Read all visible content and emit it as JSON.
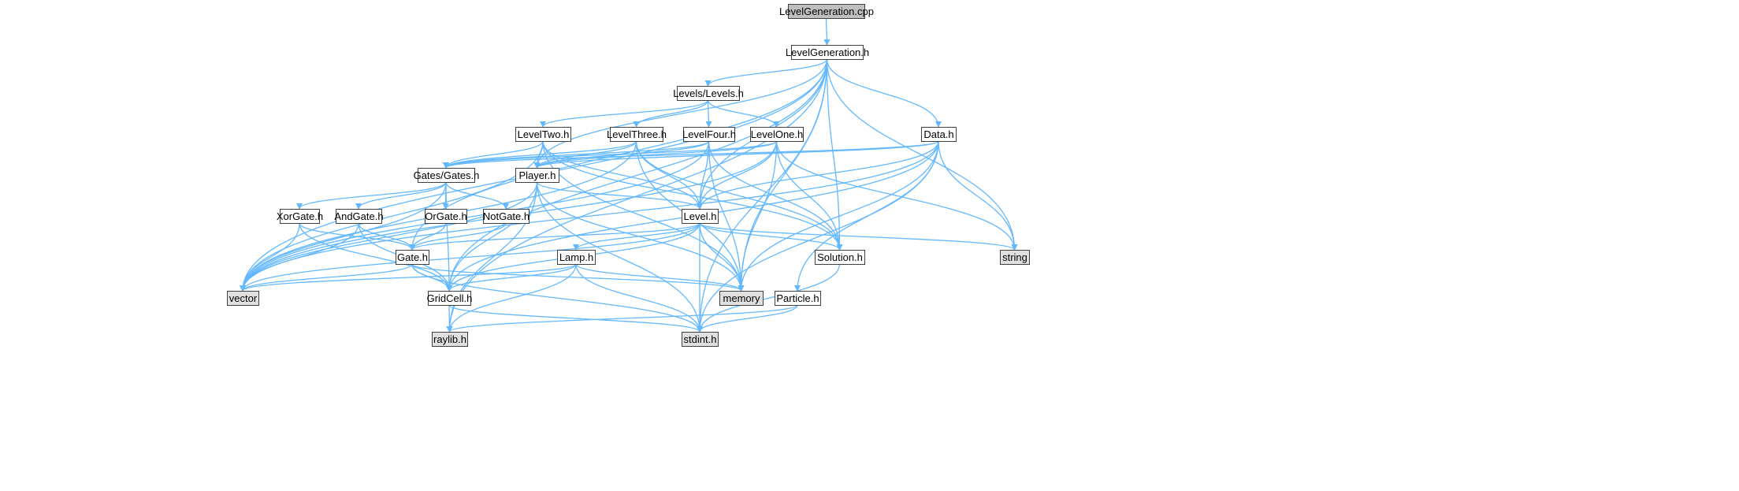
{
  "colors": {
    "edge": "#63b8ff",
    "node_fill": "#ffffff",
    "root_fill": "#bfbfbf",
    "system_fill": "#e0e0e0",
    "border": "#404040"
  },
  "nodes": [
    {
      "id": "levelgeneration_cpp",
      "label": "LevelGeneration.cpp",
      "kind": "root"
    },
    {
      "id": "levelgeneration_h",
      "label": "LevelGeneration.h",
      "kind": "file"
    },
    {
      "id": "levels_h",
      "label": "Levels/Levels.h",
      "kind": "file"
    },
    {
      "id": "leveltwo_h",
      "label": "LevelTwo.h",
      "kind": "file"
    },
    {
      "id": "levelthree_h",
      "label": "LevelThree.h",
      "kind": "file"
    },
    {
      "id": "levelfour_h",
      "label": "LevelFour.h",
      "kind": "file"
    },
    {
      "id": "levelone_h",
      "label": "LevelOne.h",
      "kind": "file"
    },
    {
      "id": "data_h",
      "label": "Data.h",
      "kind": "file"
    },
    {
      "id": "gates_h",
      "label": "Gates/Gates.h",
      "kind": "file"
    },
    {
      "id": "player_h",
      "label": "Player.h",
      "kind": "file"
    },
    {
      "id": "xorgate_h",
      "label": "XorGate.h",
      "kind": "file"
    },
    {
      "id": "andgate_h",
      "label": "AndGate.h",
      "kind": "file"
    },
    {
      "id": "orgate_h",
      "label": "OrGate.h",
      "kind": "file"
    },
    {
      "id": "notgate_h",
      "label": "NotGate.h",
      "kind": "file"
    },
    {
      "id": "level_h",
      "label": "Level.h",
      "kind": "file"
    },
    {
      "id": "gate_h",
      "label": "Gate.h",
      "kind": "file"
    },
    {
      "id": "lamp_h",
      "label": "Lamp.h",
      "kind": "file"
    },
    {
      "id": "solution_h",
      "label": "Solution.h",
      "kind": "file"
    },
    {
      "id": "string",
      "label": "string",
      "kind": "system"
    },
    {
      "id": "vector",
      "label": "vector",
      "kind": "system"
    },
    {
      "id": "memory",
      "label": "memory",
      "kind": "system"
    },
    {
      "id": "gridcell_h",
      "label": "GridCell.h",
      "kind": "file"
    },
    {
      "id": "particle_h",
      "label": "Particle.h",
      "kind": "file"
    },
    {
      "id": "raylib_h",
      "label": "raylib.h",
      "kind": "system"
    },
    {
      "id": "stdint_h",
      "label": "stdint.h",
      "kind": "system"
    }
  ],
  "edges": [
    [
      "levelgeneration_cpp",
      "levelgeneration_h"
    ],
    [
      "levelgeneration_h",
      "levels_h"
    ],
    [
      "levelgeneration_h",
      "data_h"
    ],
    [
      "levelgeneration_h",
      "player_h"
    ],
    [
      "levelgeneration_h",
      "gate_h"
    ],
    [
      "levelgeneration_h",
      "level_h"
    ],
    [
      "levelgeneration_h",
      "solution_h"
    ],
    [
      "levelgeneration_h",
      "string"
    ],
    [
      "levelgeneration_h",
      "memory"
    ],
    [
      "levelgeneration_h",
      "vector"
    ],
    [
      "levelgeneration_h",
      "gridcell_h"
    ],
    [
      "levelgeneration_h",
      "raylib_h"
    ],
    [
      "levelgeneration_h",
      "stdint_h"
    ],
    [
      "levels_h",
      "leveltwo_h"
    ],
    [
      "levels_h",
      "levelthree_h"
    ],
    [
      "levels_h",
      "levelfour_h"
    ],
    [
      "levels_h",
      "levelone_h"
    ],
    [
      "leveltwo_h",
      "gates_h"
    ],
    [
      "leveltwo_h",
      "player_h"
    ],
    [
      "leveltwo_h",
      "level_h"
    ],
    [
      "leveltwo_h",
      "solution_h"
    ],
    [
      "leveltwo_h",
      "vector"
    ],
    [
      "leveltwo_h",
      "memory"
    ],
    [
      "levelthree_h",
      "gates_h"
    ],
    [
      "levelthree_h",
      "player_h"
    ],
    [
      "levelthree_h",
      "level_h"
    ],
    [
      "levelthree_h",
      "solution_h"
    ],
    [
      "levelthree_h",
      "memory"
    ],
    [
      "levelthree_h",
      "vector"
    ],
    [
      "levelfour_h",
      "gates_h"
    ],
    [
      "levelfour_h",
      "player_h"
    ],
    [
      "levelfour_h",
      "level_h"
    ],
    [
      "levelfour_h",
      "solution_h"
    ],
    [
      "levelfour_h",
      "memory"
    ],
    [
      "levelfour_h",
      "vector"
    ],
    [
      "levelone_h",
      "gates_h"
    ],
    [
      "levelone_h",
      "player_h"
    ],
    [
      "levelone_h",
      "level_h"
    ],
    [
      "levelone_h",
      "solution_h"
    ],
    [
      "levelone_h",
      "string"
    ],
    [
      "levelone_h",
      "memory"
    ],
    [
      "levelone_h",
      "vector"
    ],
    [
      "data_h",
      "gates_h"
    ],
    [
      "data_h",
      "player_h"
    ],
    [
      "data_h",
      "level_h"
    ],
    [
      "data_h",
      "string"
    ],
    [
      "data_h",
      "memory"
    ],
    [
      "data_h",
      "particle_h"
    ],
    [
      "data_h",
      "stdint_h"
    ],
    [
      "data_h",
      "vector"
    ],
    [
      "data_h",
      "gridcell_h"
    ],
    [
      "gates_h",
      "xorgate_h"
    ],
    [
      "gates_h",
      "andgate_h"
    ],
    [
      "gates_h",
      "orgate_h"
    ],
    [
      "gates_h",
      "notgate_h"
    ],
    [
      "gates_h",
      "vector"
    ],
    [
      "gates_h",
      "gridcell_h"
    ],
    [
      "player_h",
      "level_h"
    ],
    [
      "player_h",
      "gridcell_h"
    ],
    [
      "player_h",
      "memory"
    ],
    [
      "player_h",
      "stdint_h"
    ],
    [
      "player_h",
      "vector"
    ],
    [
      "player_h",
      "raylib_h"
    ],
    [
      "xorgate_h",
      "gate_h"
    ],
    [
      "xorgate_h",
      "gridcell_h"
    ],
    [
      "xorgate_h",
      "vector"
    ],
    [
      "andgate_h",
      "gate_h"
    ],
    [
      "andgate_h",
      "gridcell_h"
    ],
    [
      "andgate_h",
      "vector"
    ],
    [
      "orgate_h",
      "gate_h"
    ],
    [
      "notgate_h",
      "gate_h"
    ],
    [
      "level_h",
      "gate_h"
    ],
    [
      "level_h",
      "lamp_h"
    ],
    [
      "level_h",
      "gridcell_h"
    ],
    [
      "level_h",
      "solution_h"
    ],
    [
      "level_h",
      "string"
    ],
    [
      "level_h",
      "memory"
    ],
    [
      "level_h",
      "stdint_h"
    ],
    [
      "level_h",
      "vector"
    ],
    [
      "gate_h",
      "gridcell_h"
    ],
    [
      "gate_h",
      "memory"
    ],
    [
      "gate_h",
      "stdint_h"
    ],
    [
      "gate_h",
      "vector"
    ],
    [
      "lamp_h",
      "gridcell_h"
    ],
    [
      "lamp_h",
      "memory"
    ],
    [
      "lamp_h",
      "stdint_h"
    ],
    [
      "lamp_h",
      "raylib_h"
    ],
    [
      "lamp_h",
      "vector"
    ],
    [
      "solution_h",
      "stdint_h"
    ],
    [
      "gridcell_h",
      "raylib_h"
    ],
    [
      "gridcell_h",
      "stdint_h"
    ],
    [
      "particle_h",
      "raylib_h"
    ],
    [
      "particle_h",
      "stdint_h"
    ]
  ]
}
